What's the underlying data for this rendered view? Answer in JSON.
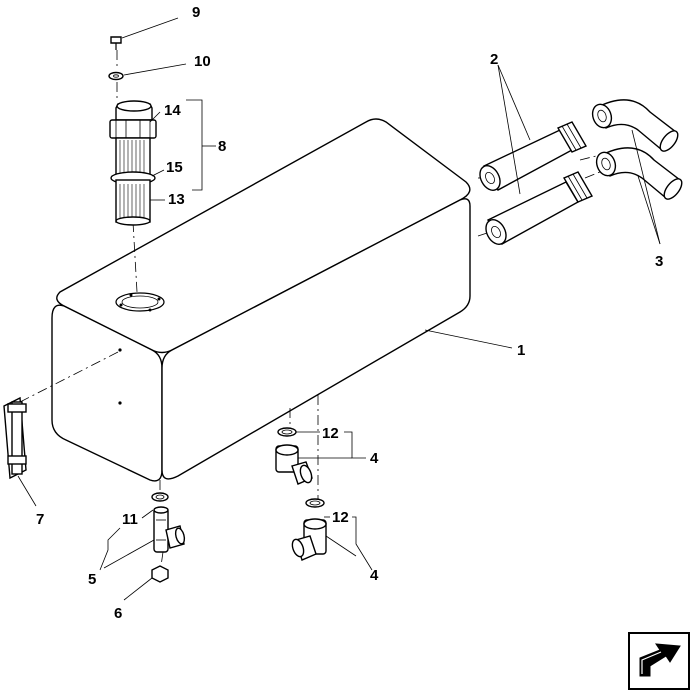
{
  "callouts": {
    "c1": "1",
    "c2": "2",
    "c3": "3",
    "c4a": "4",
    "c4b": "4",
    "c5": "5",
    "c6": "6",
    "c7": "7",
    "c8": "8",
    "c9": "9",
    "c10": "10",
    "c11": "11",
    "c12a": "12",
    "c12b": "12",
    "c13": "13",
    "c14": "14",
    "c15": "15"
  },
  "nav_icon": "next-page-arrow-icon"
}
